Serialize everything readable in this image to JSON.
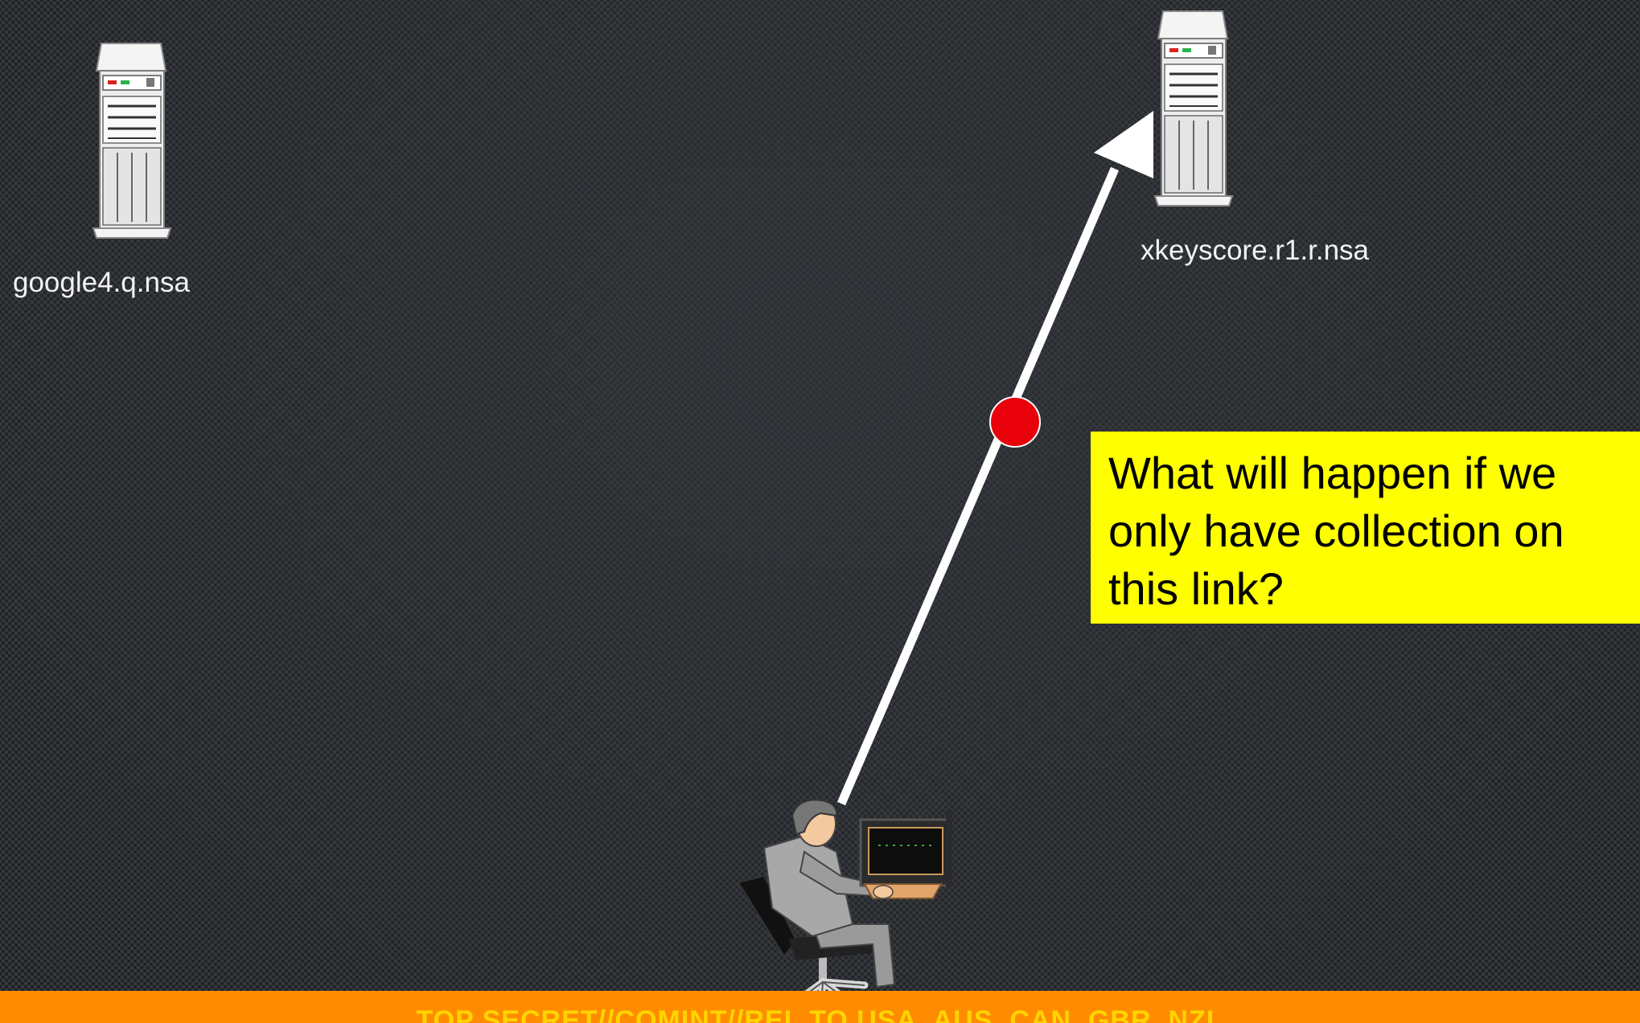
{
  "nodes": {
    "left_server": {
      "label": "google4.q.nsa",
      "icon": "server-icon"
    },
    "right_server": {
      "label": "xkeyscore.r1.r.nsa",
      "icon": "server-icon"
    },
    "user": {
      "icon": "analyst-at-computer-icon"
    }
  },
  "link": {
    "marker_icon": "collection-point-icon",
    "marker_color": "#e8000b",
    "arrow_color": "#ffffff"
  },
  "callout": {
    "text": "What will happen if we only have collection on this link?",
    "background": "#ffff00"
  },
  "classification": {
    "text": "TOP SECRET//COMINT//REL TO USA, AUS, CAN, GBR, NZL",
    "background": "#ff8c00",
    "color": "#ffd400"
  }
}
